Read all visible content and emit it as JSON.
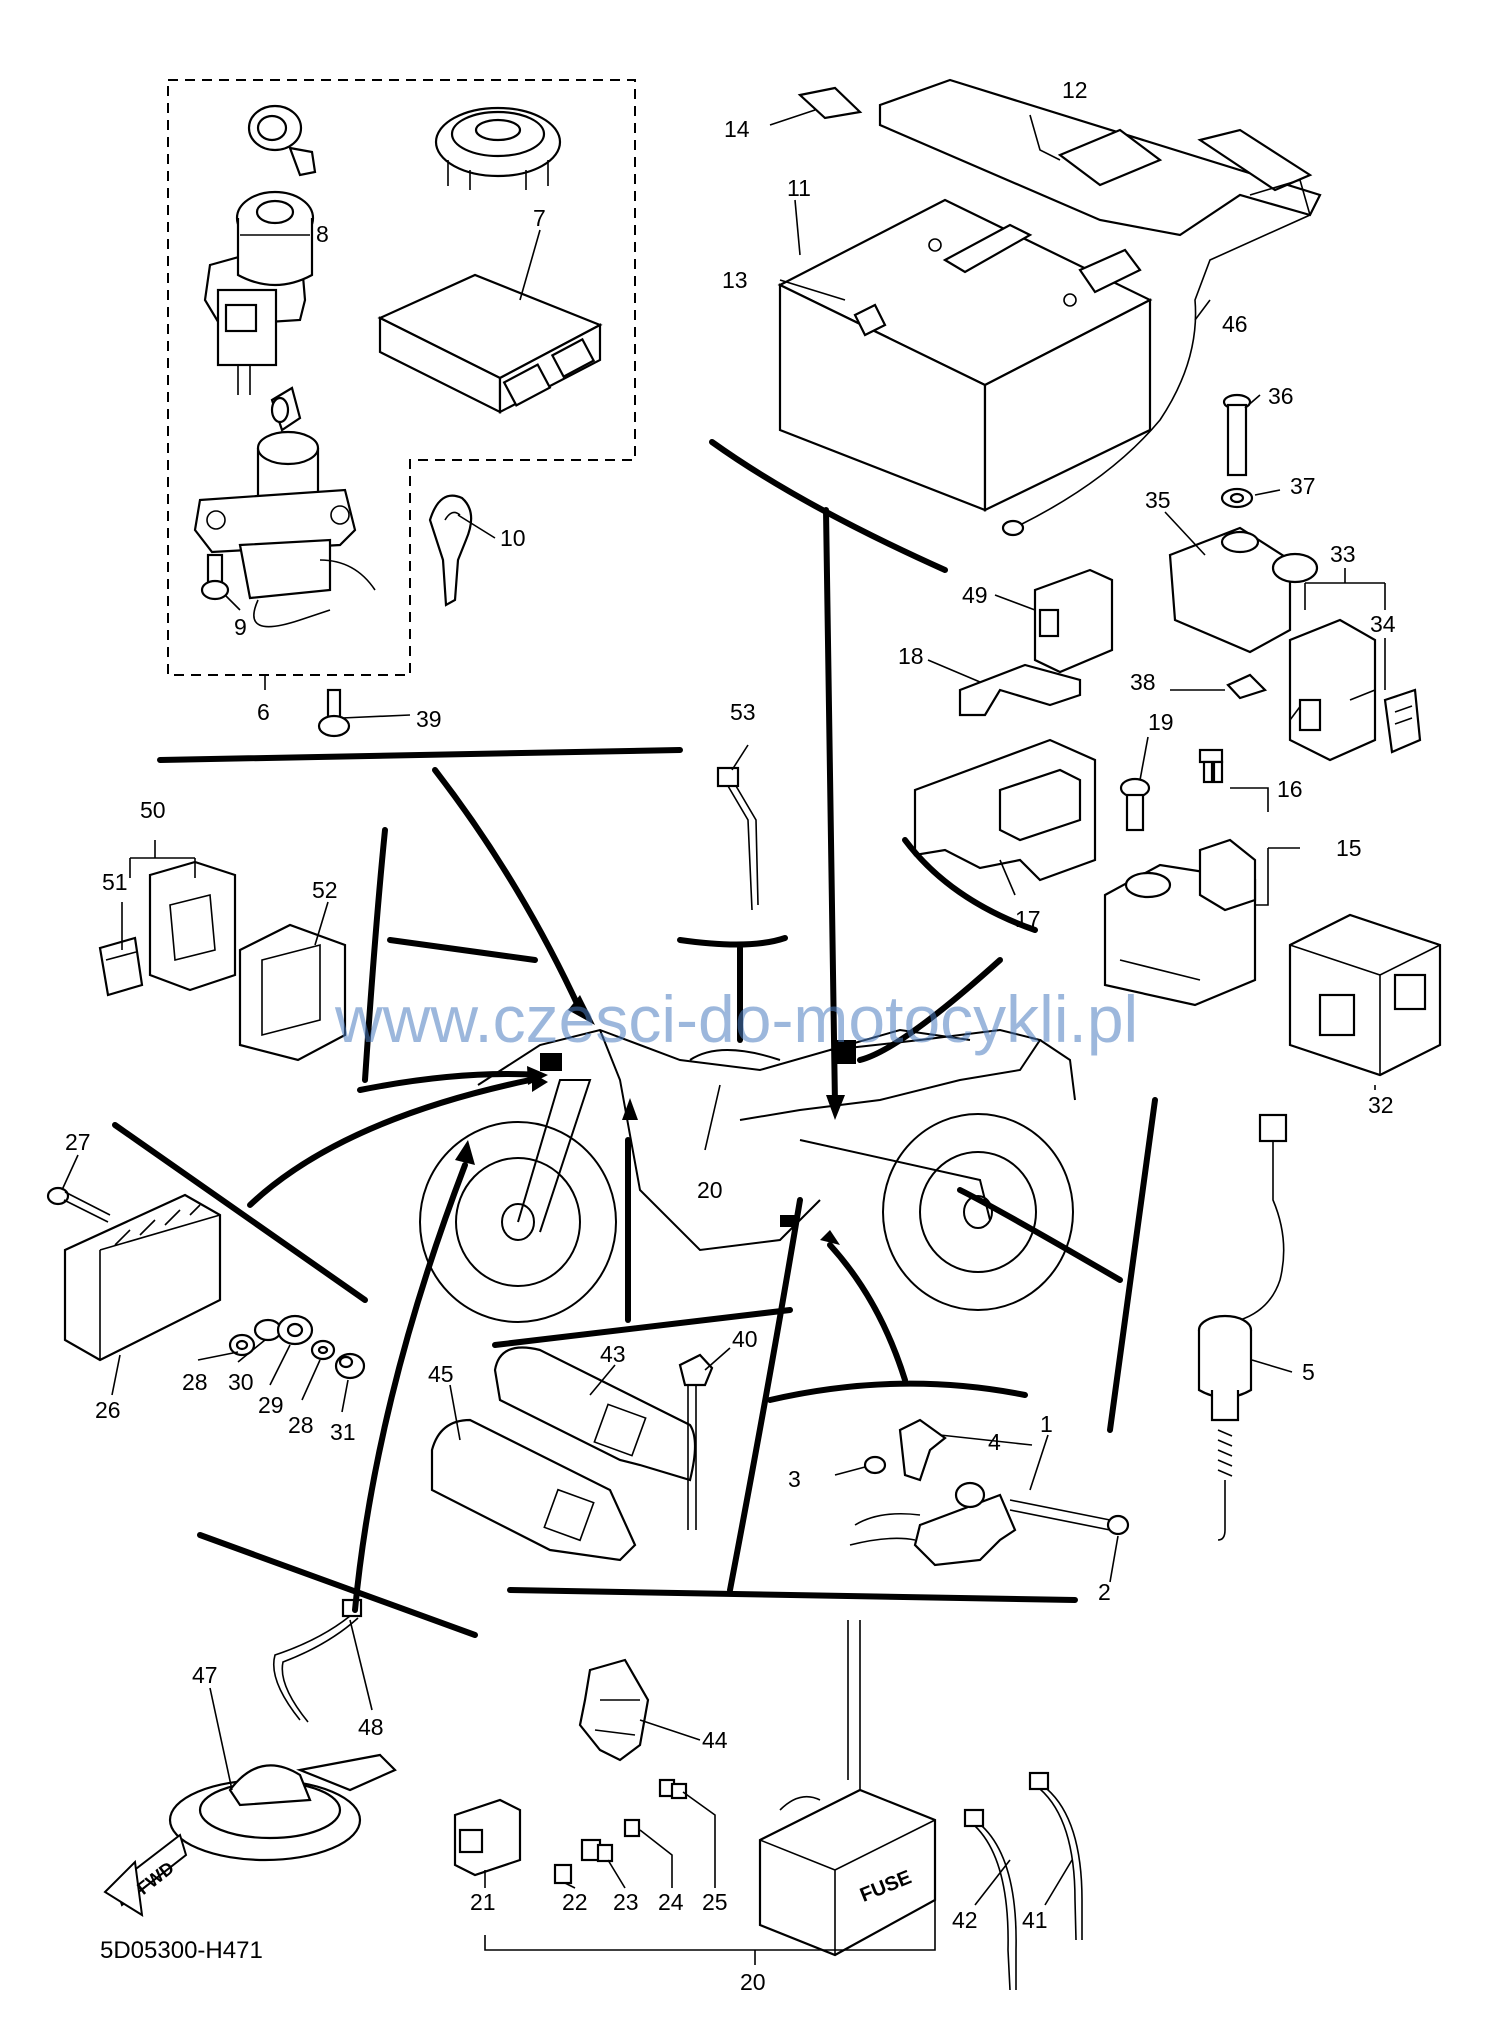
{
  "diagram": {
    "code": "5D05300-H471",
    "watermark": "www.czesci-do-motocykli.pl",
    "fwd_label": "FWD",
    "fuse_label": "FUSE"
  },
  "callouts": {
    "c1": "1",
    "c2": "2",
    "c3": "3",
    "c4": "4",
    "c5": "5",
    "c6": "6",
    "c7": "7",
    "c8": "8",
    "c9": "9",
    "c10": "10",
    "c11": "11",
    "c12": "12",
    "c13": "13",
    "c14": "14",
    "c15": "15",
    "c16": "16",
    "c17": "17",
    "c18": "18",
    "c19": "19",
    "c20a": "20",
    "c20b": "20",
    "c21": "21",
    "c22": "22",
    "c23": "23",
    "c24": "24",
    "c25": "25",
    "c26": "26",
    "c27": "27",
    "c28a": "28",
    "c28b": "28",
    "c29": "29",
    "c30": "30",
    "c31": "31",
    "c32": "32",
    "c33": "33",
    "c34": "34",
    "c35": "35",
    "c36": "36",
    "c37": "37",
    "c38": "38",
    "c39": "39",
    "c40": "40",
    "c41": "41",
    "c42": "42",
    "c43": "43",
    "c44": "44",
    "c45": "45",
    "c46": "46",
    "c47": "47",
    "c48": "48",
    "c49": "49",
    "c50": "50",
    "c51": "51",
    "c52": "52",
    "c53": "53"
  }
}
